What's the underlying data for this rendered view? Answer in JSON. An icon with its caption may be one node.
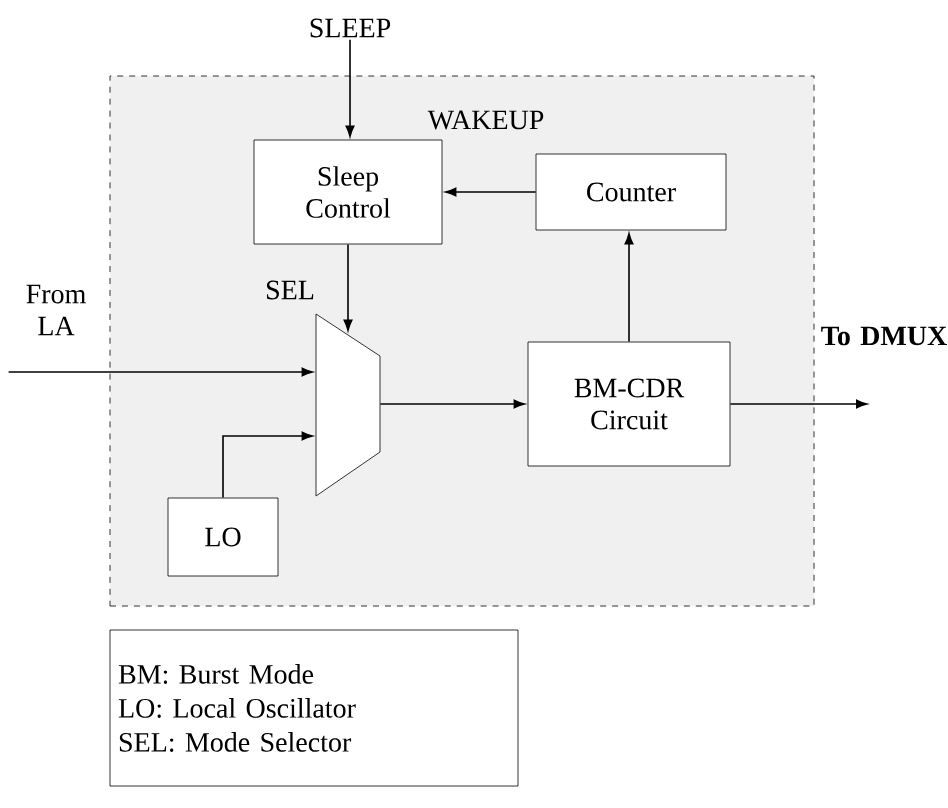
{
  "diagram": {
    "nodes": [
      {
        "text": [
          "WAKEUP"
        ]
      },
      {
        "text": [
          "Sleep Control"
        ],
        "in": 0
      },
      {
        "text": [
          "Counter"
        ],
        "in": 0
      },
      {
        "text": [],
        "shape": "trapezoid",
        "in": 0,
        "beside": [
          "SEL"
        ]
      },
      {
        "text": [
          "BM-CDR Circuit"
        ],
        "in": 0
      },
      {
        "text": [
          "LO"
        ],
        "in": 0
      },
      {
        "text": [
          "SLEEP"
        ]
      },
      {
        "text": [
          "From LA"
        ]
      },
      {
        "text": [
          "To DMUX"
        ]
      },
      {
        "text": [
          "BM: Burst Mode",
          "LO: Local Oscillator",
          "SEL: Mode Selector"
        ]
      }
    ],
    "edges": [
      {
        "from": 6,
        "to": 1,
        "arrow": "to"
      },
      {
        "from": 2,
        "to": 1,
        "arrow": "to"
      },
      {
        "from": 1,
        "to": 3,
        "arrow": "to"
      },
      {
        "from": 7,
        "to": 3,
        "arrow": "to"
      },
      {
        "from": 5,
        "to": 3,
        "arrow": "to"
      },
      {
        "from": 3,
        "to": 4,
        "arrow": "to"
      },
      {
        "from": 4,
        "to": 2,
        "arrow": "to"
      },
      {
        "from": 4,
        "to": 8,
        "arrow": "to"
      }
    ]
  }
}
